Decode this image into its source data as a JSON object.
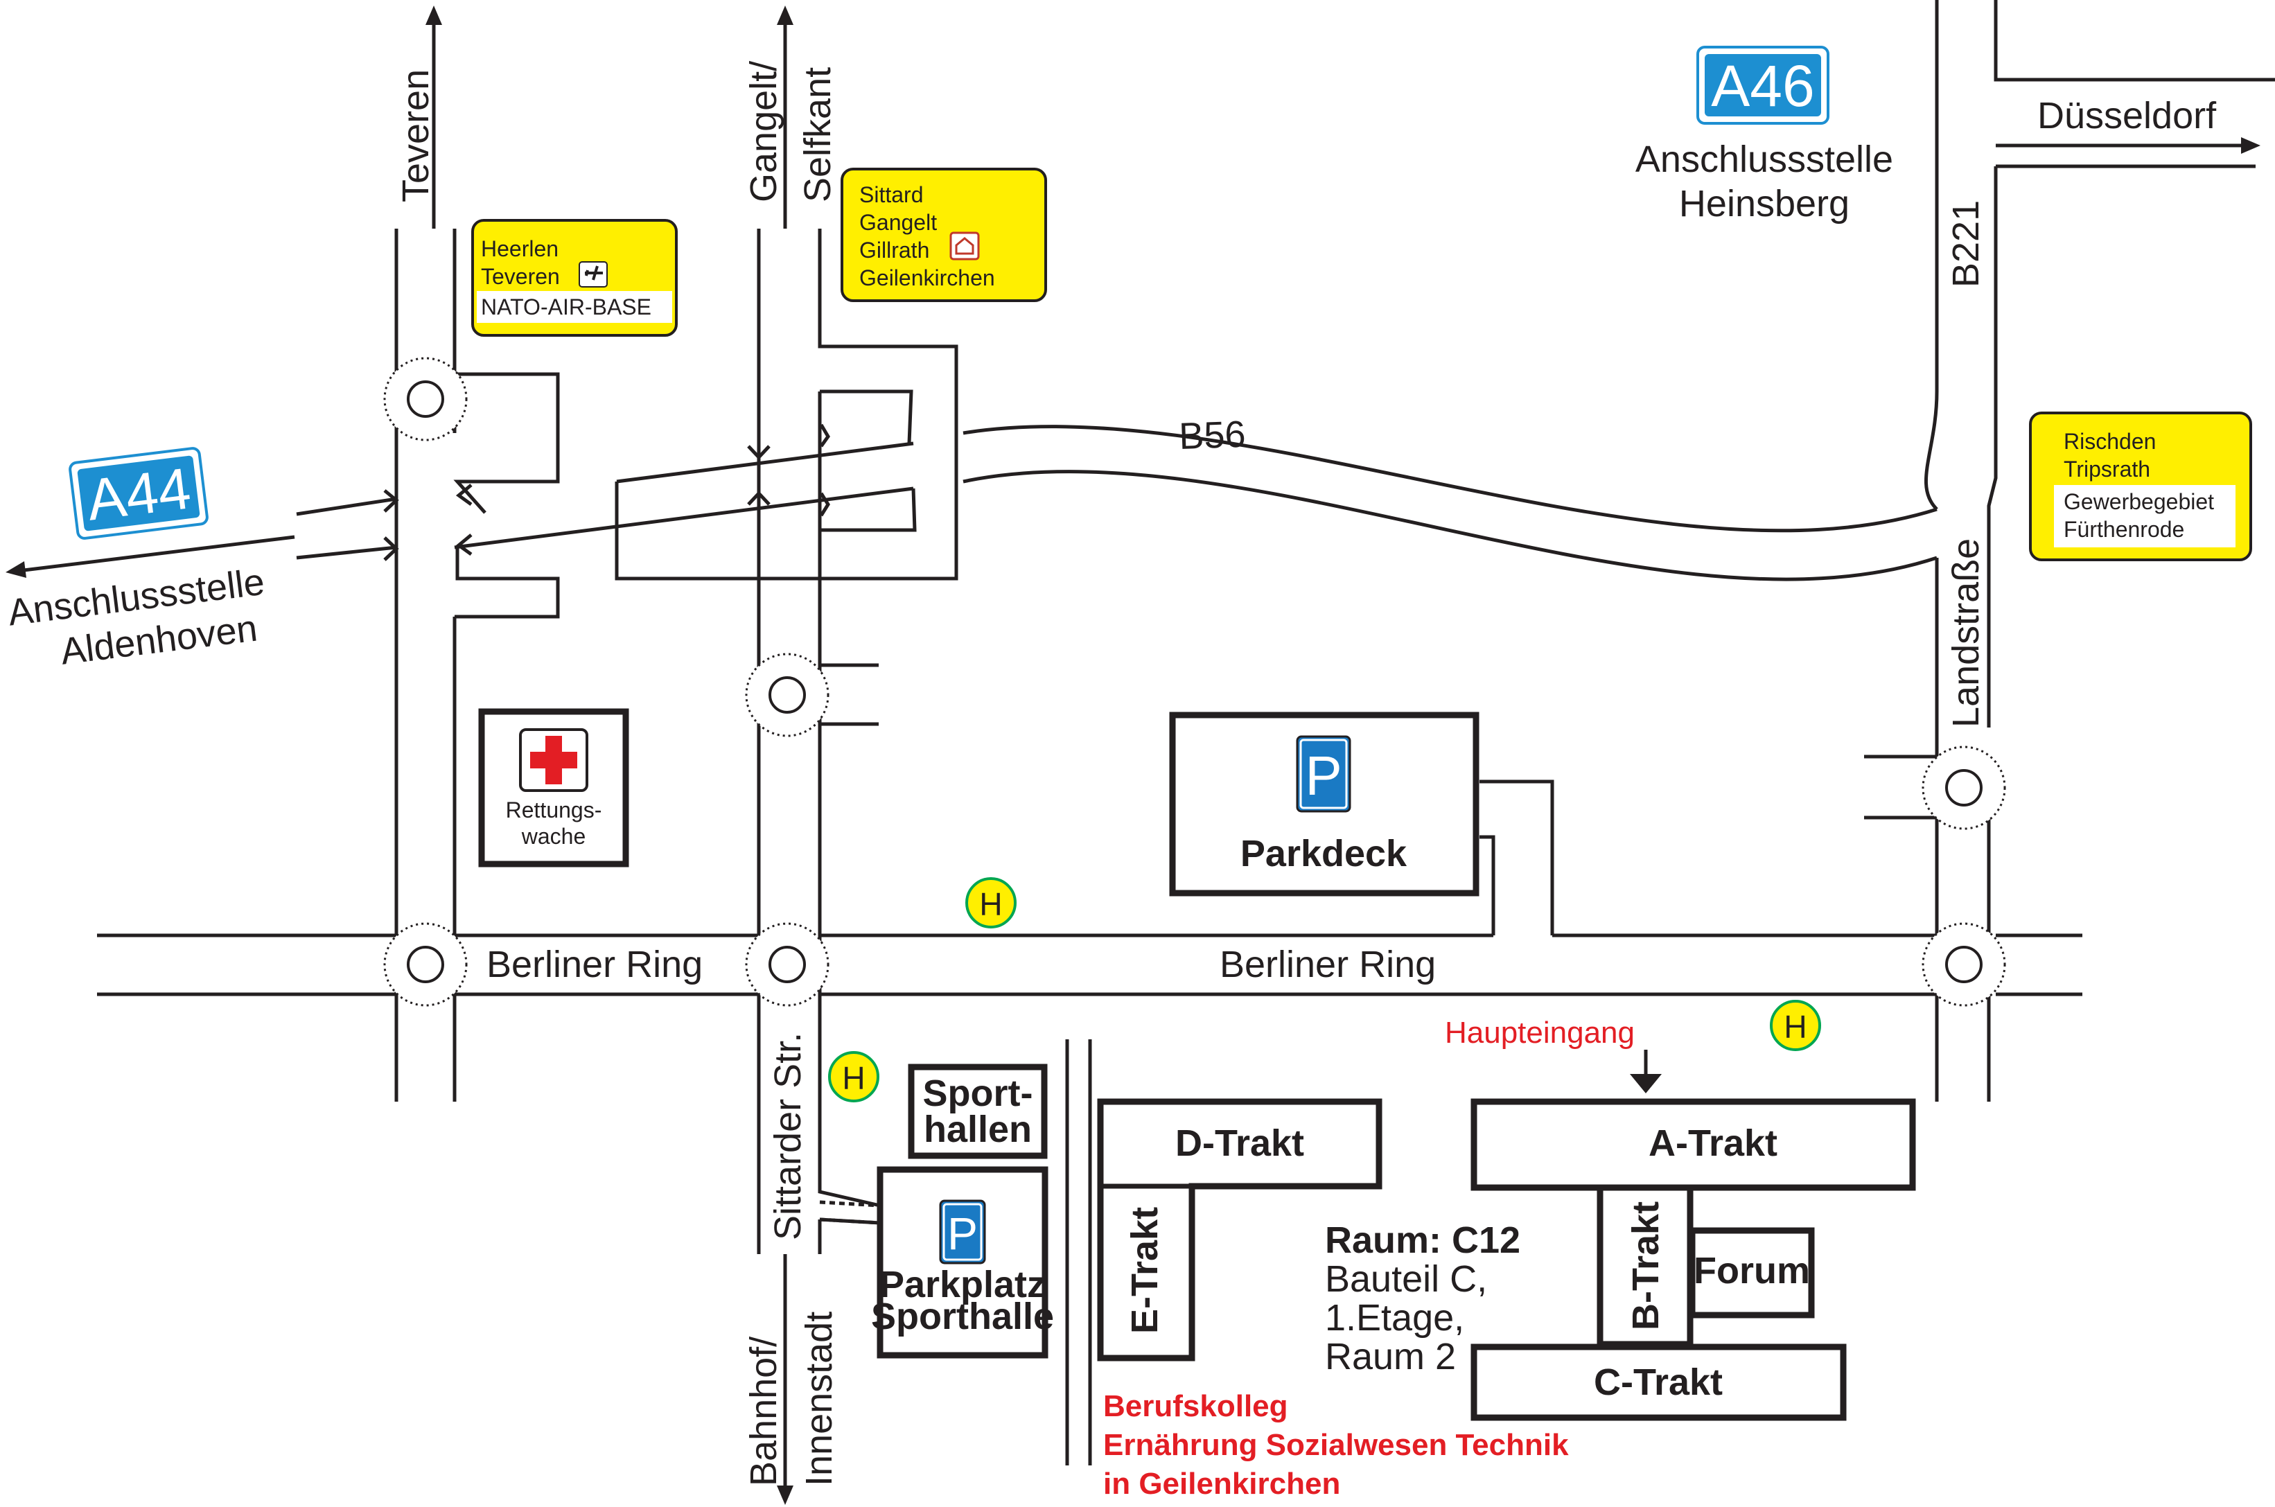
{
  "colors": {
    "road_line": "#231f20",
    "direction_sign": "#ffef00",
    "autobahn_blue": "#1d8fd1",
    "parking_blue": "#1a7ac4",
    "red_cross": "#e31e24",
    "bus_stop_green": "#00a651",
    "highlight_red": "#e31e24"
  },
  "autobahn": {
    "a46": {
      "number": "A46",
      "label_line1": "Anschlussstelle",
      "label_line2": "Heinsberg"
    },
    "a44": {
      "number": "A44",
      "label_line1": "Anschlussstelle",
      "label_line2": "Aldenhoven"
    }
  },
  "directions": {
    "teveren": "Teveren",
    "gangelt": "Gangelt/",
    "selfkant": "Selfkant",
    "duesseldorf": "Düsseldorf",
    "bahnhof": "Bahnhof/",
    "innenstadt": "Innenstadt"
  },
  "streets": {
    "b56": "B56",
    "b221": "B221",
    "landstrasse": "Landstraße",
    "berliner_ring_west": "Berliner Ring",
    "berliner_ring_east": "Berliner Ring",
    "sittarder_str": "Sittarder Str."
  },
  "signs": {
    "heerlen": {
      "lines": [
        "Heerlen",
        "Teveren"
      ],
      "boxed": "NATO-AIR-BASE",
      "icon": "airplane-icon"
    },
    "sittard": {
      "lines": [
        "Sittard",
        "Gangelt",
        "Gillrath",
        "Geilenkirchen"
      ],
      "icon": "town-icon"
    },
    "rischden": {
      "lines": [
        "Rischden",
        "Tripsrath"
      ],
      "boxed": [
        "Gewerbegebiet",
        "Fürthenrode"
      ]
    }
  },
  "pois": {
    "rettungswache": {
      "line1": "Rettungs-",
      "line2": "wache",
      "icon": "red-cross-icon"
    },
    "parkdeck": {
      "label": "Parkdeck",
      "icon": "parking-icon"
    },
    "sporthallen": {
      "line1": "Sport-",
      "line2": "hallen"
    },
    "parkplatz": {
      "line1": "Parkplatz",
      "line2": "Sporthalle",
      "icon": "parking-icon"
    },
    "bus_stop_symbol": "H",
    "parking_symbol": "P"
  },
  "campus": {
    "a_trakt": "A-Trakt",
    "b_trakt": "B-Trakt",
    "c_trakt": "C-Trakt",
    "d_trakt": "D-Trakt",
    "e_trakt": "E-Trakt",
    "forum": "Forum",
    "haupteingang": "Haupteingang",
    "raum_title": "Raum:  C12",
    "raum_lines": [
      "Bauteil C,",
      "1.Etage,",
      "Raum 2"
    ],
    "school_lines": [
      "Berufskolleg",
      "Ernährung Sozialwesen Technik",
      "in Geilenkirchen"
    ]
  }
}
